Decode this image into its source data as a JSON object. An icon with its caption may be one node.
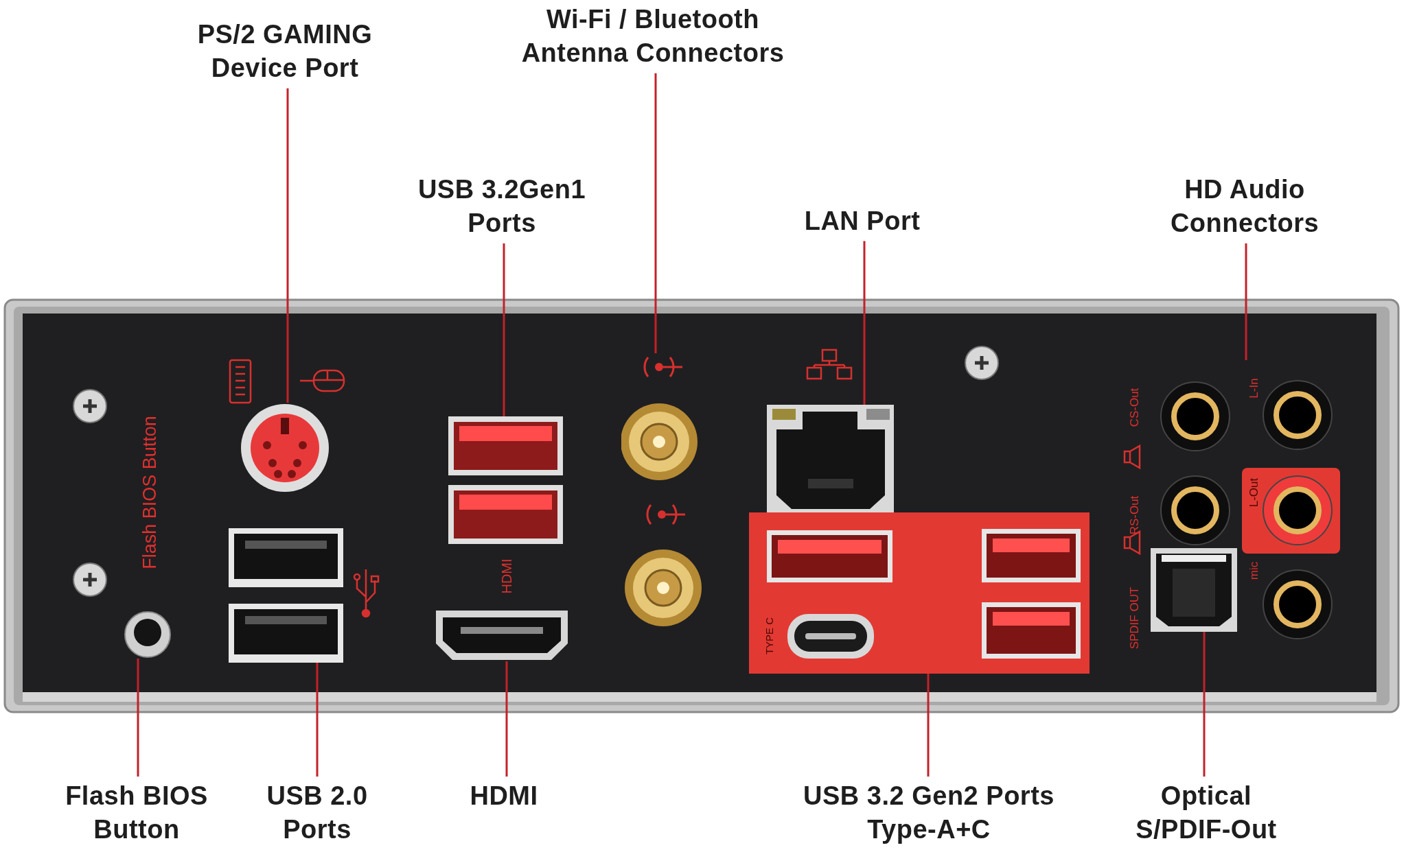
{
  "diagram": {
    "nodes": [
      {
        "text": [
          "PS/2 GAMING Device Port"
        ]
      },
      {
        "text": [
          "Wi-Fi / Bluetooth Antenna Connectors"
        ]
      },
      {
        "text": [
          "USB 3.2Gen1 Ports"
        ]
      },
      {
        "text": [
          "LAN Port"
        ]
      },
      {
        "text": [
          "HD Audio Connectors"
        ]
      },
      {
        "text": [
          "Flash BIOS Button"
        ]
      },
      {
        "text": [
          "USB 2.0 Ports"
        ]
      },
      {
        "text": [
          "HDMI"
        ]
      },
      {
        "text": [
          "USB 3.2 Gen2 Ports Type-A+C"
        ]
      },
      {
        "text": [
          "Optical S/PDIF-Out"
        ]
      },
      {
        "text": [],
        "shape": "picture"
      },
      {
        "text": [],
        "shape": "picture"
      },
      {
        "text": [],
        "shape": "picture"
      },
      {
        "text": [],
        "shape": "picture"
      },
      {
        "text": [],
        "shape": "picture"
      },
      {
        "text": [],
        "shape": "picture"
      },
      {
        "text": [],
        "shape": "picture"
      },
      {
        "text": [],
        "shape": "picture"
      },
      {
        "text": [],
        "shape": "picture"
      },
      {
        "text": [],
        "shape": "picture"
      }
    ],
    "edges": [
      {
        "from": 0,
        "to": 10,
        "arrow": "none"
      },
      {
        "from": 1,
        "to": 11,
        "arrow": "none"
      },
      {
        "from": 2,
        "to": 12,
        "arrow": "none"
      },
      {
        "from": 3,
        "to": 13,
        "arrow": "none"
      },
      {
        "from": 4,
        "to": 14,
        "arrow": "none"
      },
      {
        "from": 5,
        "to": 15,
        "arrow": "none"
      },
      {
        "from": 6,
        "to": 16,
        "arrow": "none"
      },
      {
        "from": 7,
        "to": 17,
        "arrow": "none"
      },
      {
        "from": 8,
        "to": 18,
        "arrow": "none"
      },
      {
        "from": 9,
        "to": 19,
        "arrow": "none"
      }
    ],
    "labels": [
      "CS-Out",
      "L-In",
      "Flash BIOS Button",
      "RS-Out",
      "L-Out",
      "HDMI",
      "mic",
      "SPDIF OUT",
      "TYPE C"
    ]
  }
}
